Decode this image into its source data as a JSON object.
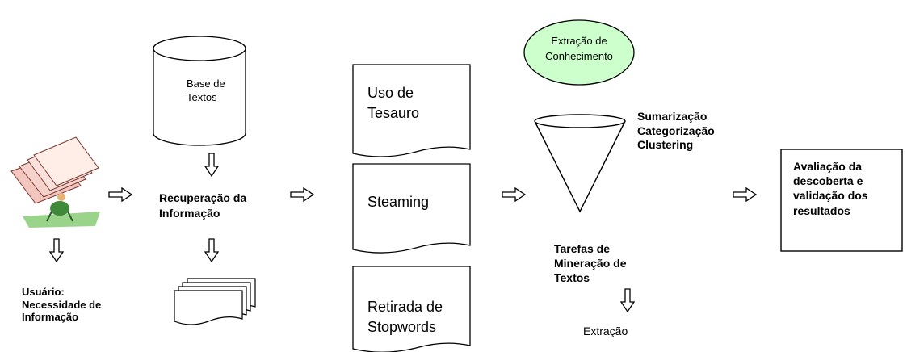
{
  "user_label": [
    "Usuário:",
    "Necessidade de",
    "Informação"
  ],
  "database_label": [
    "Base de",
    "Textos"
  ],
  "retrieval_label": [
    "Recuperação da",
    "Informação"
  ],
  "preprocessing": {
    "thesaurus": [
      "Uso de",
      "Tesauro"
    ],
    "stemming": "Steaming",
    "stopwords": [
      "Retirada de",
      "Stopwords"
    ]
  },
  "knowledge_ellipse": [
    "Extração de",
    "Conhecimento"
  ],
  "knowledge_fill": "#ccffcc",
  "mining_tasks_list": [
    "Sumarização",
    "Categorização",
    "Clustering"
  ],
  "mining_tasks_label": [
    "Tarefas de",
    "Mineração de",
    "Textos"
  ],
  "extraction_label": "Extração",
  "evaluation_label": [
    "Avaliação da",
    "descoberta e",
    "validação dos",
    "resultados"
  ]
}
